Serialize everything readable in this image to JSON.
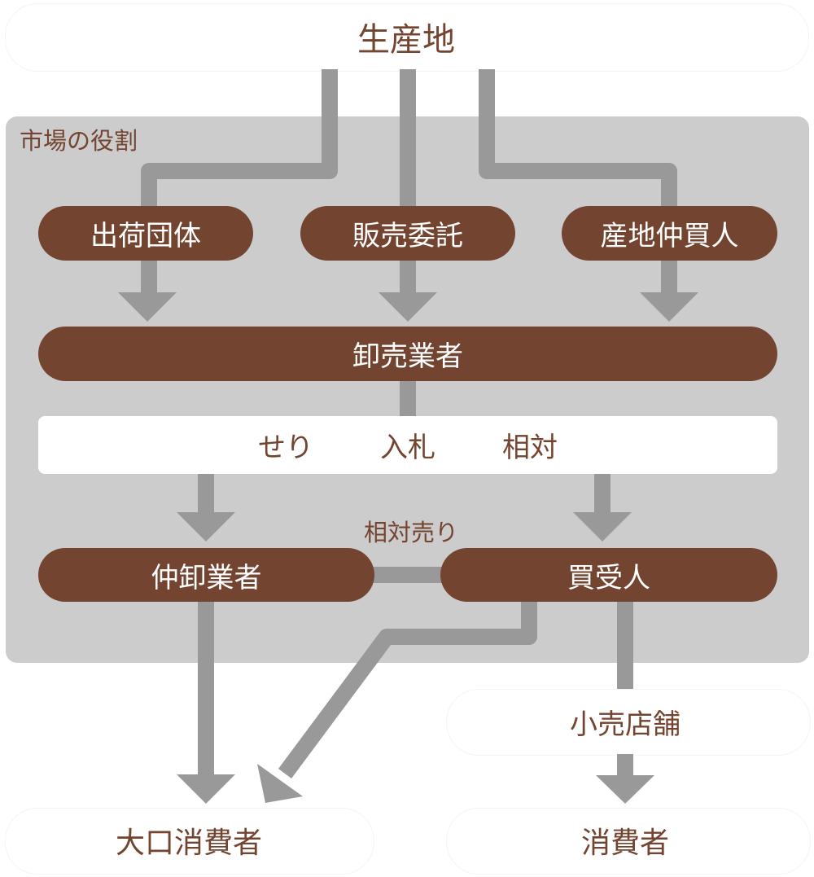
{
  "diagram": {
    "source": "生産地",
    "market_title": "市場の役割",
    "intake_nodes": [
      "出荷団体",
      "販売委託",
      "産地仲買人"
    ],
    "wholesaler": "卸売業者",
    "trade_methods": [
      "せり",
      "入札",
      "相対"
    ],
    "middle_wholesaler": "仲卸業者",
    "authorized_buyer": "買受人",
    "negotiated_sale_label": "相対売り",
    "retail": "小売店舗",
    "bulk_consumer": "大口消費者",
    "consumer": "消費者"
  },
  "colors": {
    "node_fill": "#734430",
    "node_text": "#ffffff",
    "label_text": "#734430",
    "market_bg": "#cccccc",
    "arrow": "#999999",
    "method_bg": "#ffffff"
  },
  "edges": [
    {
      "from": "生産地",
      "to": "出荷団体"
    },
    {
      "from": "生産地",
      "to": "販売委託"
    },
    {
      "from": "生産地",
      "to": "産地仲買人"
    },
    {
      "from": "出荷団体",
      "to": "卸売業者"
    },
    {
      "from": "販売委託",
      "to": "卸売業者"
    },
    {
      "from": "産地仲買人",
      "to": "卸売業者"
    },
    {
      "from": "卸売業者",
      "to": "仲卸業者"
    },
    {
      "from": "卸売業者",
      "to": "買受人"
    },
    {
      "from": "仲卸業者",
      "to": "買受人",
      "label": "相対売り"
    },
    {
      "from": "仲卸業者",
      "to": "大口消費者"
    },
    {
      "from": "買受人",
      "to": "大口消費者"
    },
    {
      "from": "買受人",
      "to": "小売店舗"
    },
    {
      "from": "小売店舗",
      "to": "消費者"
    }
  ]
}
